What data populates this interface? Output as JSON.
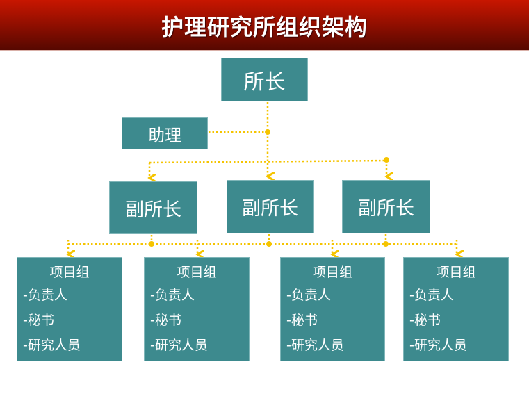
{
  "title": "护理研究所组织架构",
  "director": "所长",
  "assistant": "助理",
  "vice_directors": [
    "副所长",
    "副所长",
    "副所长"
  ],
  "groups": [
    {
      "title": "项目组",
      "items": [
        "-负责人",
        "-秘书",
        "-研究人员"
      ]
    },
    {
      "title": "项目组",
      "items": [
        "-负责人",
        "-秘书",
        "-研究人员"
      ]
    },
    {
      "title": "项目组",
      "items": [
        "-负责人",
        "-秘书",
        "-研究人员"
      ]
    },
    {
      "title": "项目组",
      "items": [
        "-负责人",
        "-秘书",
        "-研究人员"
      ]
    }
  ],
  "colors": {
    "box": "#3d8a8e",
    "connector": "#f5c400",
    "header": "#b01200"
  }
}
